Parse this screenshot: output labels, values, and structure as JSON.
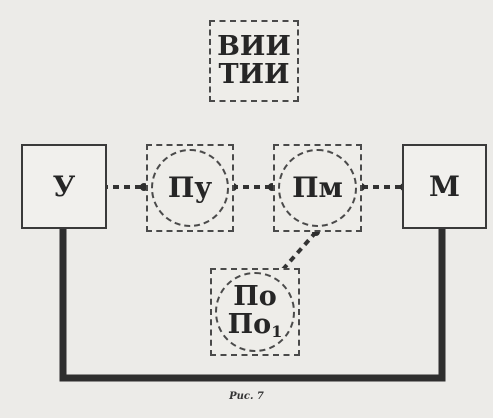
{
  "diagram": {
    "top_block": {
      "line1": "ВИИ",
      "line2": "ТИИ"
    },
    "block_u": "У",
    "block_pu": "Пу",
    "block_pm": "Пм",
    "block_m": "М",
    "block_po": {
      "line1": "По",
      "line2_base": "По",
      "line2_sub": "1"
    }
  },
  "caption": "Рис. 7"
}
